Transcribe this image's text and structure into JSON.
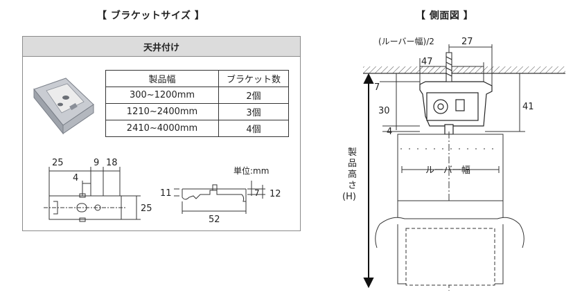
{
  "left_title": "【 ブラケットサイズ 】",
  "right_title": "【 側面図 】",
  "panel": {
    "header": "天井付け",
    "table": {
      "headers": [
        "製品幅",
        "ブラケット数"
      ],
      "rows": [
        [
          "300~1200mm",
          "2個"
        ],
        [
          "1210~2400mm",
          "3個"
        ],
        [
          "2410~4000mm",
          "4個"
        ]
      ]
    },
    "unit_label": "単位:mm",
    "dims": {
      "d25": "25",
      "d9": "9",
      "d18": "18",
      "d4": "4",
      "d25b": "25",
      "d11": "11",
      "d7": "7",
      "d12": "12",
      "d52": "52"
    }
  },
  "side": {
    "louver_half": "(ルーバー幅)/2",
    "d27": "27",
    "d47": "47",
    "d7": "7",
    "d30": "30",
    "d4": "4",
    "d41": "41",
    "louver_width": "ルーバー幅",
    "height_label_lines": [
      "製",
      "品",
      "高",
      "さ",
      "(H)"
    ]
  }
}
